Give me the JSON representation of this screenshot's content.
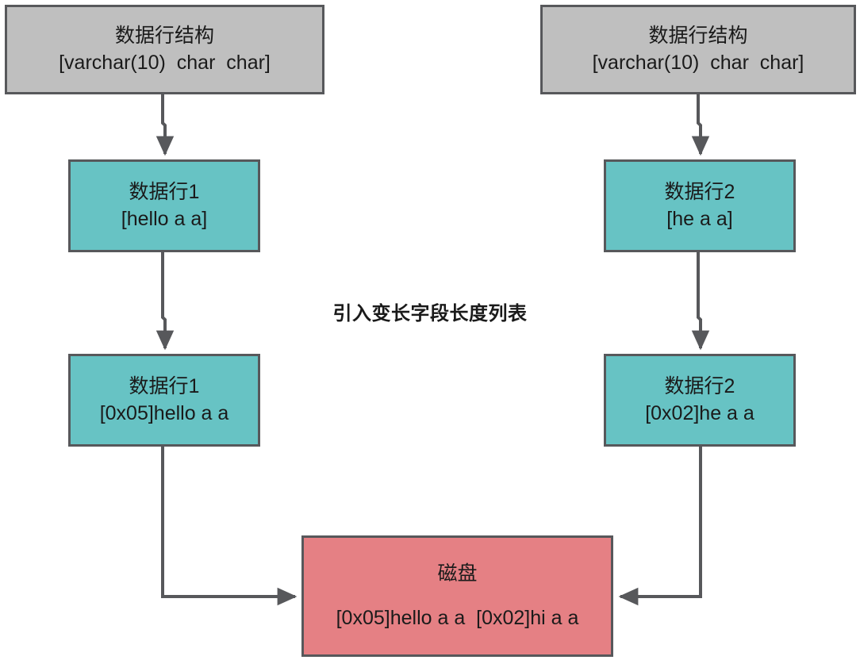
{
  "diagram": {
    "title": "引入变长字段长度列表",
    "colors": {
      "gray_fill": "#BFBFBF",
      "teal_fill": "#67C3C4",
      "red_fill": "#E58084",
      "stroke": "#57585B",
      "text": "#1a1a1a",
      "background": "#FFFFFF"
    },
    "nodes": {
      "struct_left": {
        "line1": "数据行结构",
        "line2": "[varchar(10)  char  char]"
      },
      "struct_right": {
        "line1": "数据行结构",
        "line2": "[varchar(10)  char  char]"
      },
      "row1_a": {
        "line1": "数据行1",
        "line2": "[hello a a]"
      },
      "row2_a": {
        "line1": "数据行2",
        "line2": "[he a a]"
      },
      "row1_b": {
        "line1": "数据行1",
        "line2": "[0x05]hello a a"
      },
      "row2_b": {
        "line1": "数据行2",
        "line2": "[0x02]he a a"
      },
      "disk": {
        "line1": "磁盘",
        "line2": "[0x05]hello a a  [0x02]hi a a"
      }
    },
    "edges": [
      {
        "name": "struct-left-to-row1-a",
        "from": "struct_left",
        "to": "row1_a",
        "type": "straight-down"
      },
      {
        "name": "struct-right-to-row2-a",
        "from": "struct_right",
        "to": "row2_a",
        "type": "straight-down"
      },
      {
        "name": "row1-a-to-row1-b",
        "from": "row1_a",
        "to": "row1_b",
        "type": "straight-down"
      },
      {
        "name": "row2-a-to-row2-b",
        "from": "row2_a",
        "to": "row2_b",
        "type": "straight-down"
      },
      {
        "name": "row1-b-to-disk",
        "from": "row1_b",
        "to": "disk",
        "type": "elbow-right"
      },
      {
        "name": "row2-b-to-disk",
        "from": "row2_b",
        "to": "disk",
        "type": "elbow-left"
      }
    ]
  }
}
